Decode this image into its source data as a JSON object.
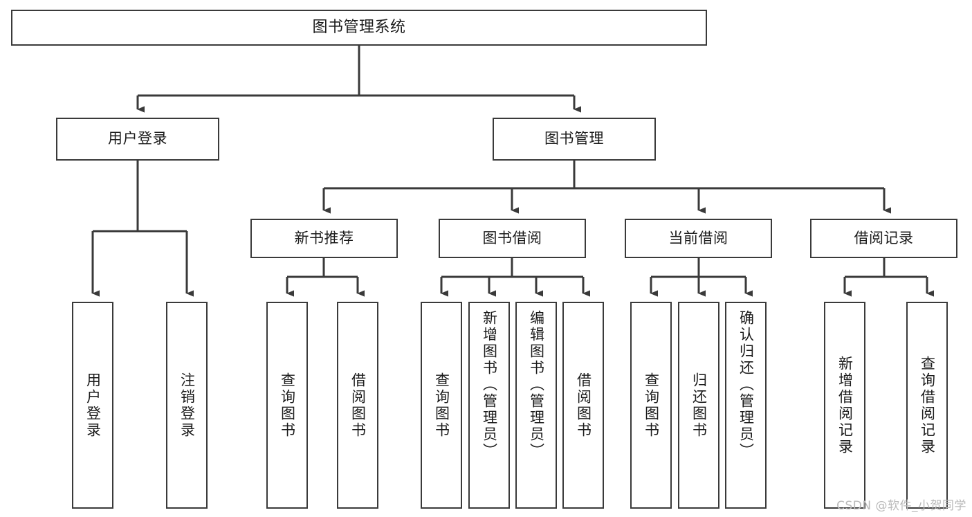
{
  "diagram": {
    "title": "图书管理系统",
    "type": "tree-hierarchy",
    "watermark": "CSDN @软件_小贺同学",
    "colors": {
      "box_border": "#3a3a3a",
      "box_fill": "#ffffff",
      "connector": "#3a3a3a",
      "text": "#1b1b1b",
      "watermark": "#b9b9b9"
    }
  },
  "nodes": {
    "root": {
      "label": "图书管理系统"
    },
    "level2": [
      {
        "label": "用户登录"
      },
      {
        "label": "图书管理"
      }
    ],
    "level3": [
      {
        "label": "新书推荐"
      },
      {
        "label": "图书借阅"
      },
      {
        "label": "当前借阅"
      },
      {
        "label": "借阅记录"
      }
    ],
    "leaves_user_login": [
      {
        "label": "用户登录"
      },
      {
        "label": "注销登录"
      }
    ],
    "leaves_new_book": [
      {
        "label": "查询图书"
      },
      {
        "label": "借阅图书"
      }
    ],
    "leaves_borrow": [
      {
        "label": "查询图书"
      },
      {
        "label": "新增图书（管理员）"
      },
      {
        "label": "编辑图书（管理员）"
      },
      {
        "label": "借阅图书"
      }
    ],
    "leaves_current": [
      {
        "label": "查询图书"
      },
      {
        "label": "归还图书"
      },
      {
        "label": "确认归还（管理员）"
      }
    ],
    "leaves_records": [
      {
        "label": "新增借阅记录"
      },
      {
        "label": "查询借阅记录"
      }
    ]
  }
}
